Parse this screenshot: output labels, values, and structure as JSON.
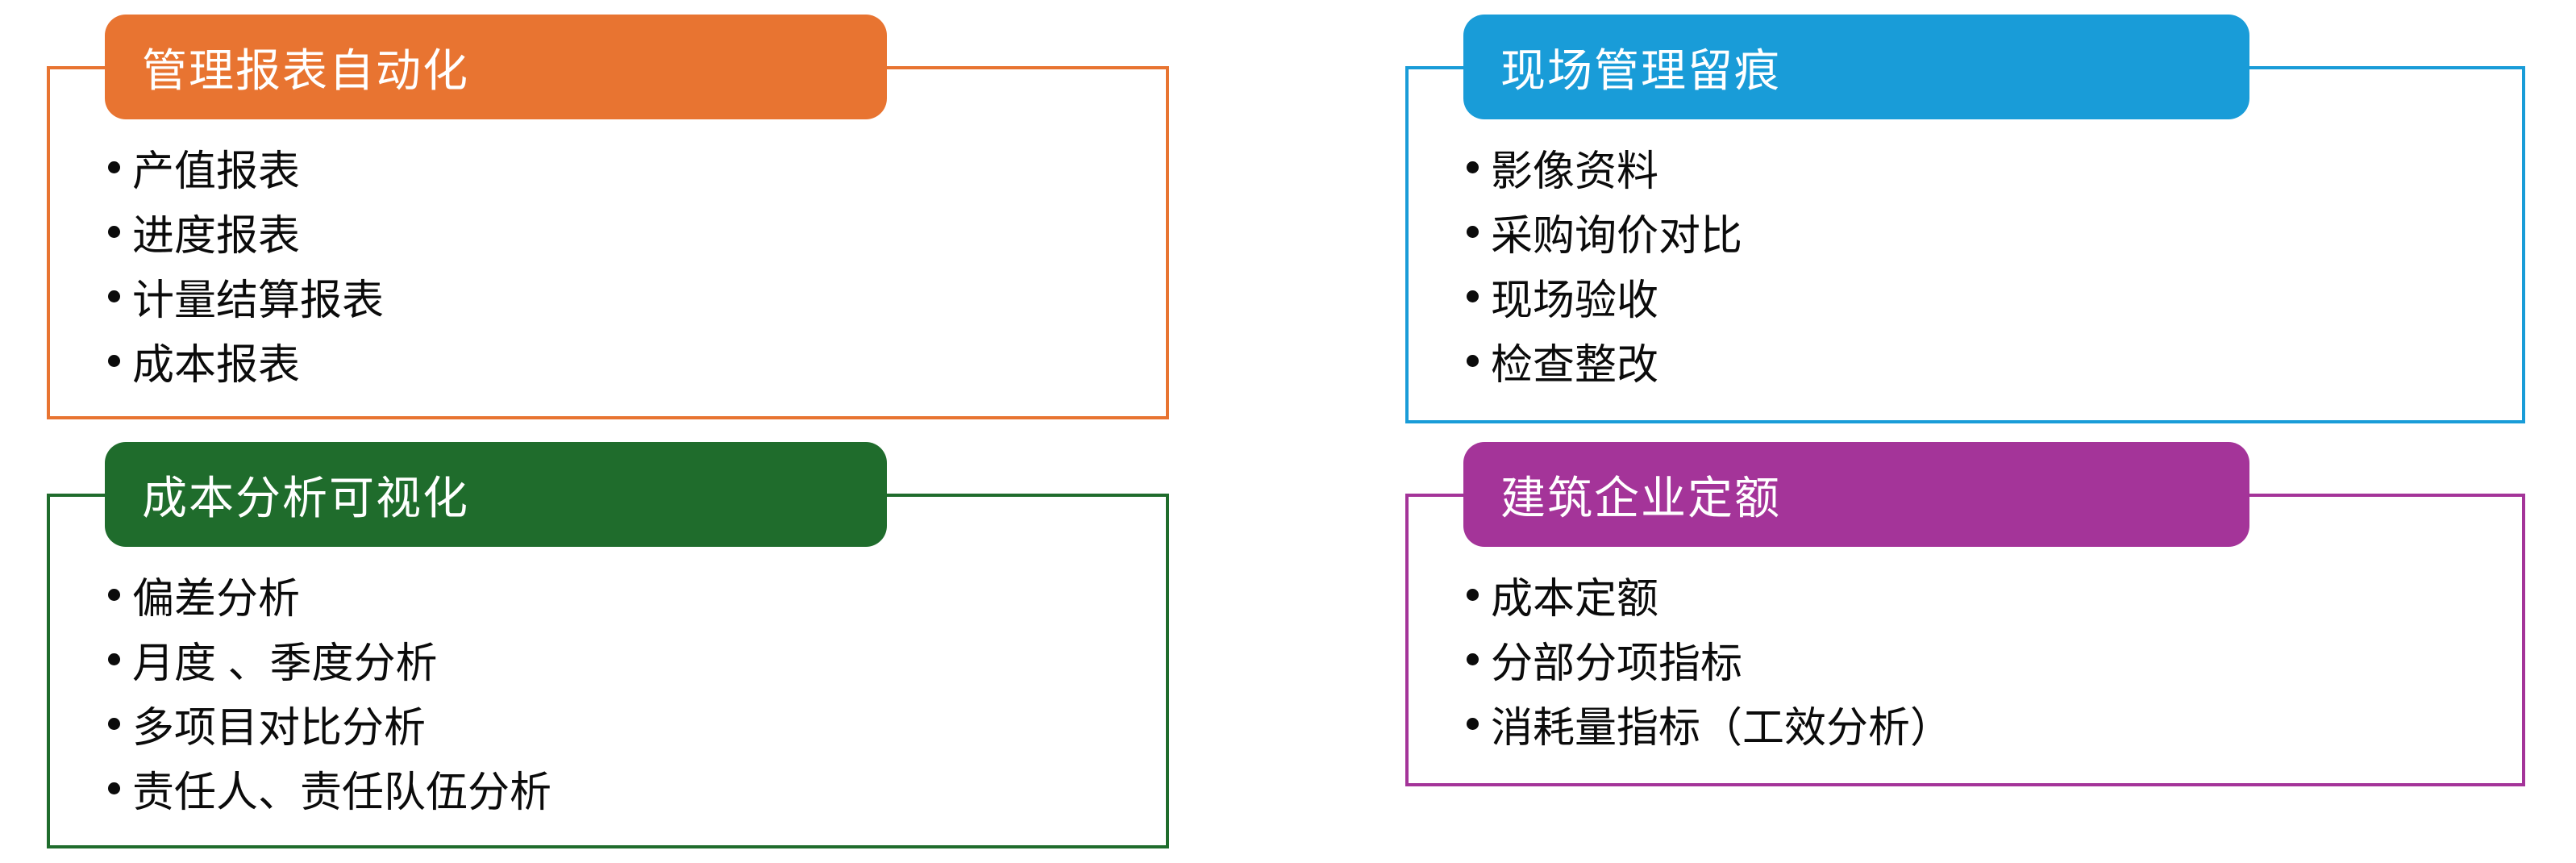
{
  "panels": [
    {
      "id": "report-automation",
      "title": "管理报表自动化",
      "color": "#E87431",
      "items": [
        "产值报表",
        "进度报表",
        "计量结算报表",
        "成本报表"
      ]
    },
    {
      "id": "cost-analysis-visualization",
      "title": "成本分析可视化",
      "color": "#1F6C2C",
      "items": [
        "偏差分析",
        "月度 、季度分析",
        "多项目对比分析",
        "责任人、责任队伍分析"
      ]
    },
    {
      "id": "site-management-trace",
      "title": "现场管理留痕",
      "color": "#199CD8",
      "items": [
        "影像资料",
        "采购询价对比",
        "现场验收",
        "检查整改"
      ]
    },
    {
      "id": "construction-enterprise-quota",
      "title": "建筑企业定额",
      "color": "#A43499",
      "items": [
        "成本定额",
        "分部分项指标",
        "消耗量指标（工效分析）"
      ]
    }
  ]
}
